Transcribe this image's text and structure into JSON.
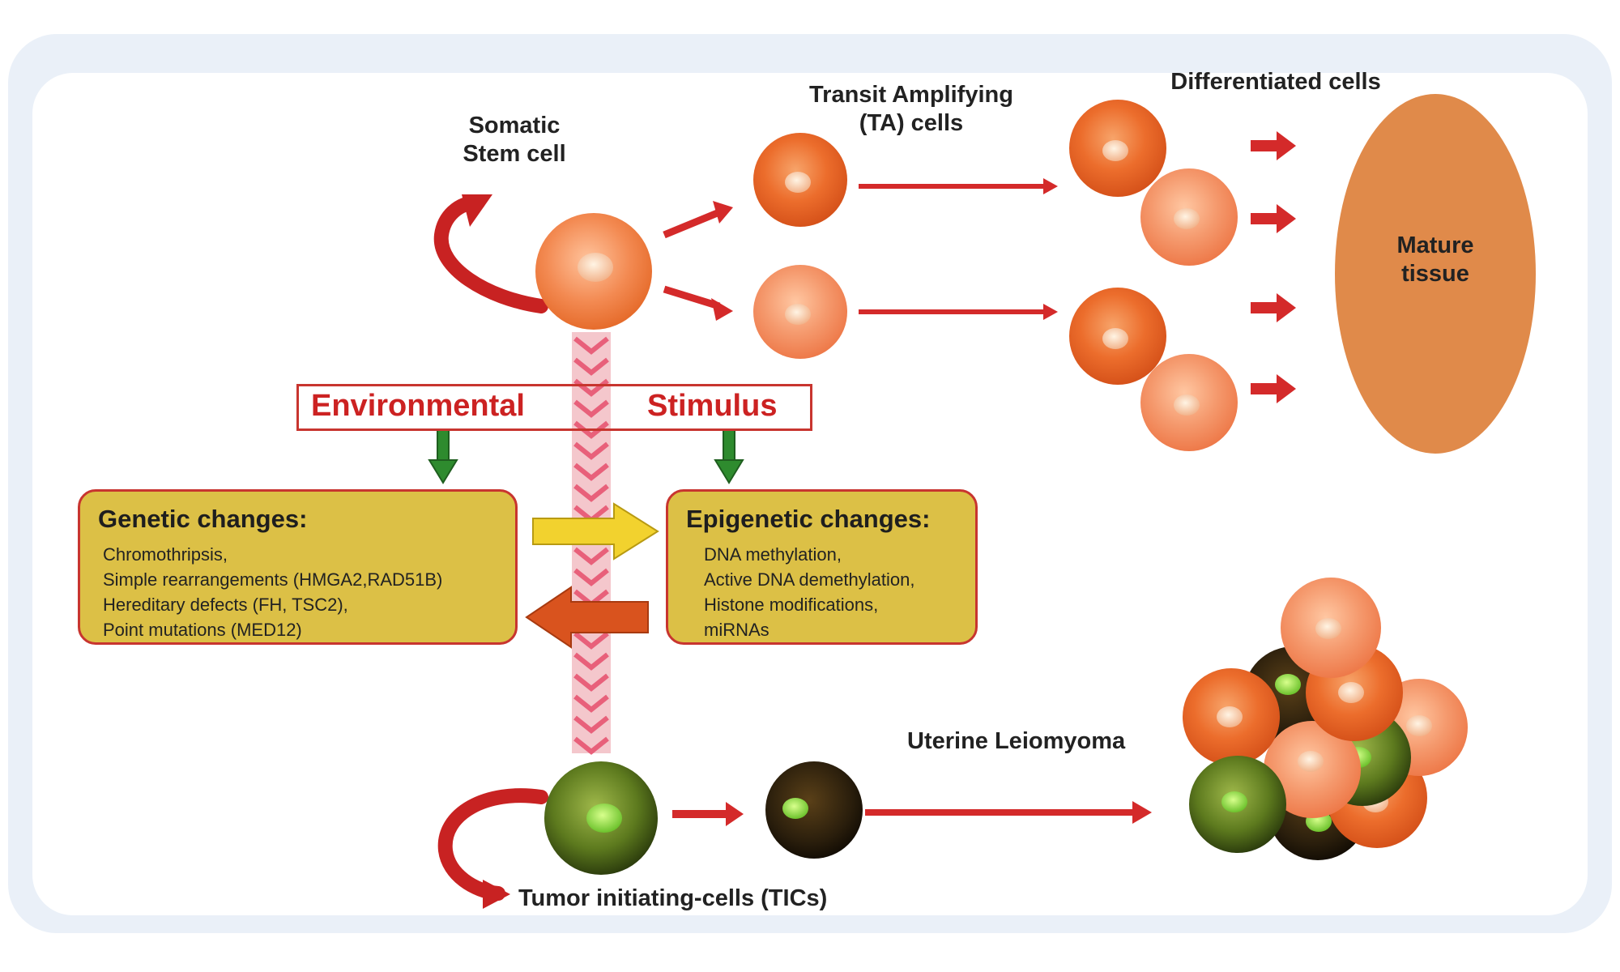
{
  "labels": {
    "somatic_stem_cell": "Somatic\nStem cell",
    "ta_cells": "Transit Amplifying\n(TA) cells",
    "differentiated_cells": "Differentiated cells",
    "mature_tissue": "Mature\ntissue",
    "uterine_leiomyoma": "Uterine Leiomyoma",
    "tics": "Tumor initiating-cells (TICs)"
  },
  "stimulus": {
    "word1": "Environmental",
    "word2": "Stimulus"
  },
  "genetic": {
    "title": "Genetic changes:",
    "items": [
      "Chromothripsis,",
      "Simple rearrangements (HMGA2,RAD51B)",
      "Hereditary defects (FH, TSC2),",
      "Point mutations (MED12)"
    ]
  },
  "epigenetic": {
    "title": "Epigenetic changes:",
    "items": [
      "DNA methylation,",
      "Active DNA demethylation,",
      "Histone modifications,",
      "miRNAs"
    ]
  },
  "colors": {
    "arrow_red": "#d42a2a",
    "arrow_green": "#2e8b2e",
    "box_fill": "#dcc046",
    "box_border": "#c8352f",
    "tissue": "#e08a4a",
    "yellow_arrow": "#f2d22e",
    "orange_arrow": "#d9531e",
    "chevron": "#e8607a",
    "stimulus_text": "#cc2222"
  }
}
